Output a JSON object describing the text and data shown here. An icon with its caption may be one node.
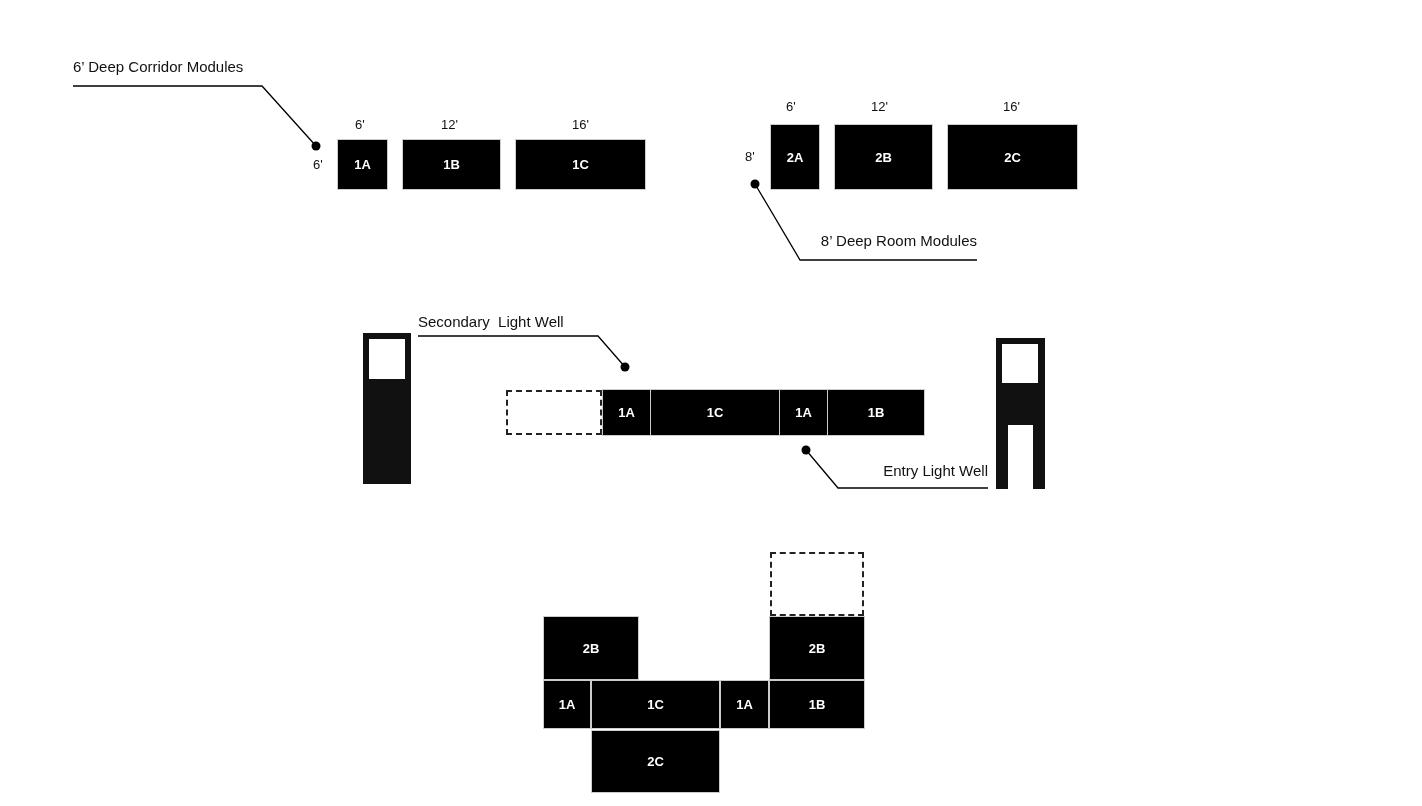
{
  "diagram": {
    "nodes": [
      {
        "text": [
          "6’ Deep Corridor Modules"
        ]
      },
      {
        "text": [
          "1A"
        ]
      },
      {
        "text": [
          "1B"
        ]
      },
      {
        "text": [
          "1C"
        ]
      },
      {
        "text": [
          "2A"
        ]
      },
      {
        "text": [
          "2B"
        ]
      },
      {
        "text": [
          "2C"
        ]
      },
      {
        "text": [
          "8’ Deep Room Modules"
        ]
      },
      {
        "text": [
          "Secondary  Light Well"
        ]
      },
      {
        "text": [],
        "shape": "box"
      },
      {
        "text": [
          "1A"
        ]
      },
      {
        "text": [
          "1C"
        ]
      },
      {
        "text": [
          "1A"
        ]
      },
      {
        "text": [
          "1B"
        ]
      },
      {
        "text": [
          "Entry Light Well"
        ]
      },
      {
        "text": [],
        "shape": "box"
      },
      {
        "text": [
          "2B"
        ]
      },
      {
        "text": [
          "2B"
        ]
      },
      {
        "text": [
          "1A"
        ]
      },
      {
        "text": [
          "1C"
        ]
      },
      {
        "text": [
          "1A"
        ]
      },
      {
        "text": [
          "1B"
        ]
      },
      {
        "text": [
          "2C"
        ]
      }
    ],
    "edges": [
      {
        "from": 0,
        "to": 1,
        "arrow": "other"
      },
      {
        "from": 7,
        "to": 4,
        "arrow": "other"
      },
      {
        "from": 8,
        "to": 10,
        "arrow": "other"
      },
      {
        "from": 14,
        "to": 12,
        "arrow": "other"
      }
    ],
    "labels": [
      "6'",
      "12'",
      "16'",
      "6'",
      "6'",
      "12'",
      "16'",
      "8'"
    ]
  }
}
